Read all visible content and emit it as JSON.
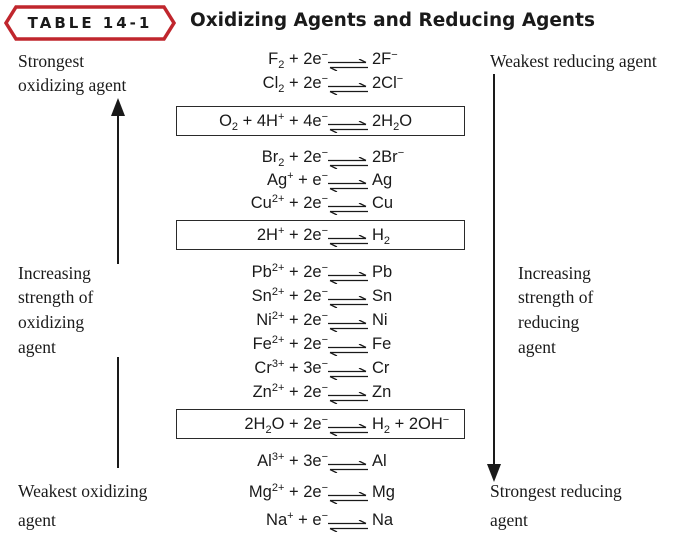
{
  "header": {
    "badge": "TABLE 14-1",
    "title": "Oxidizing Agents and Reducing Agents",
    "badge_color": "#c0262d"
  },
  "left_labels": {
    "strongest": [
      "Strongest",
      "oxidizing agent"
    ],
    "increasing": [
      "Increasing",
      "strength of",
      "oxidizing",
      "agent"
    ],
    "weakest": [
      "Weakest oxidizing",
      "agent"
    ]
  },
  "right_labels": {
    "weakest": "Weakest reducing agent",
    "increasing": [
      "Increasing",
      "strength of",
      "reducing",
      "agent"
    ],
    "strongest": [
      "Strongest reducing",
      "agent"
    ]
  },
  "reactions": [
    {
      "lhs": "F<sub>2</sub> + 2e<sup>−</sup>",
      "rhs": "2F<sup>−</sup>",
      "boxed": false
    },
    {
      "lhs": "Cl<sub>2</sub> + 2e<sup>−</sup>",
      "rhs": "2Cl<sup>−</sup>",
      "boxed": false
    },
    {
      "lhs": "O<sub>2</sub> + 4H<sup>+</sup> + 4e<sup>−</sup>",
      "rhs": "2H<sub>2</sub>O",
      "boxed": true
    },
    {
      "lhs": "Br<sub>2</sub> + 2e<sup>−</sup>",
      "rhs": "2Br<sup>−</sup>",
      "boxed": false
    },
    {
      "lhs": "Ag<sup>+</sup> + e<sup>−</sup>",
      "rhs": "Ag",
      "boxed": false
    },
    {
      "lhs": "Cu<sup>2+</sup> + 2e<sup>−</sup>",
      "rhs": "Cu",
      "boxed": false
    },
    {
      "lhs": "2H<sup>+</sup> + 2e<sup>−</sup>",
      "rhs": "H<sub>2</sub>",
      "boxed": true
    },
    {
      "lhs": "Pb<sup>2+</sup> + 2e<sup>−</sup>",
      "rhs": "Pb",
      "boxed": false
    },
    {
      "lhs": "Sn<sup>2+</sup> + 2e<sup>−</sup>",
      "rhs": "Sn",
      "boxed": false
    },
    {
      "lhs": "Ni<sup>2+</sup> + 2e<sup>−</sup>",
      "rhs": "Ni",
      "boxed": false
    },
    {
      "lhs": "Fe<sup>2+</sup> + 2e<sup>−</sup>",
      "rhs": "Fe",
      "boxed": false
    },
    {
      "lhs": "Cr<sup>3+</sup> + 3e<sup>−</sup>",
      "rhs": "Cr",
      "boxed": false
    },
    {
      "lhs": "Zn<sup>2+</sup> + 2e<sup>−</sup>",
      "rhs": "Zn",
      "boxed": false
    },
    {
      "lhs": "2H<sub>2</sub>O + 2e<sup>−</sup>",
      "rhs": "H<sub>2</sub> + 2OH<sup>−</sup>",
      "boxed": true
    },
    {
      "lhs": "Al<sup>3+</sup> + 3e<sup>−</sup>",
      "rhs": "Al",
      "boxed": false
    },
    {
      "lhs": "Mg<sup>2+</sup> + 2e<sup>−</sup>",
      "rhs": "Mg",
      "boxed": false
    },
    {
      "lhs": "Na<sup>+</sup> + e<sup>−</sup>",
      "rhs": "Na",
      "boxed": false
    }
  ]
}
